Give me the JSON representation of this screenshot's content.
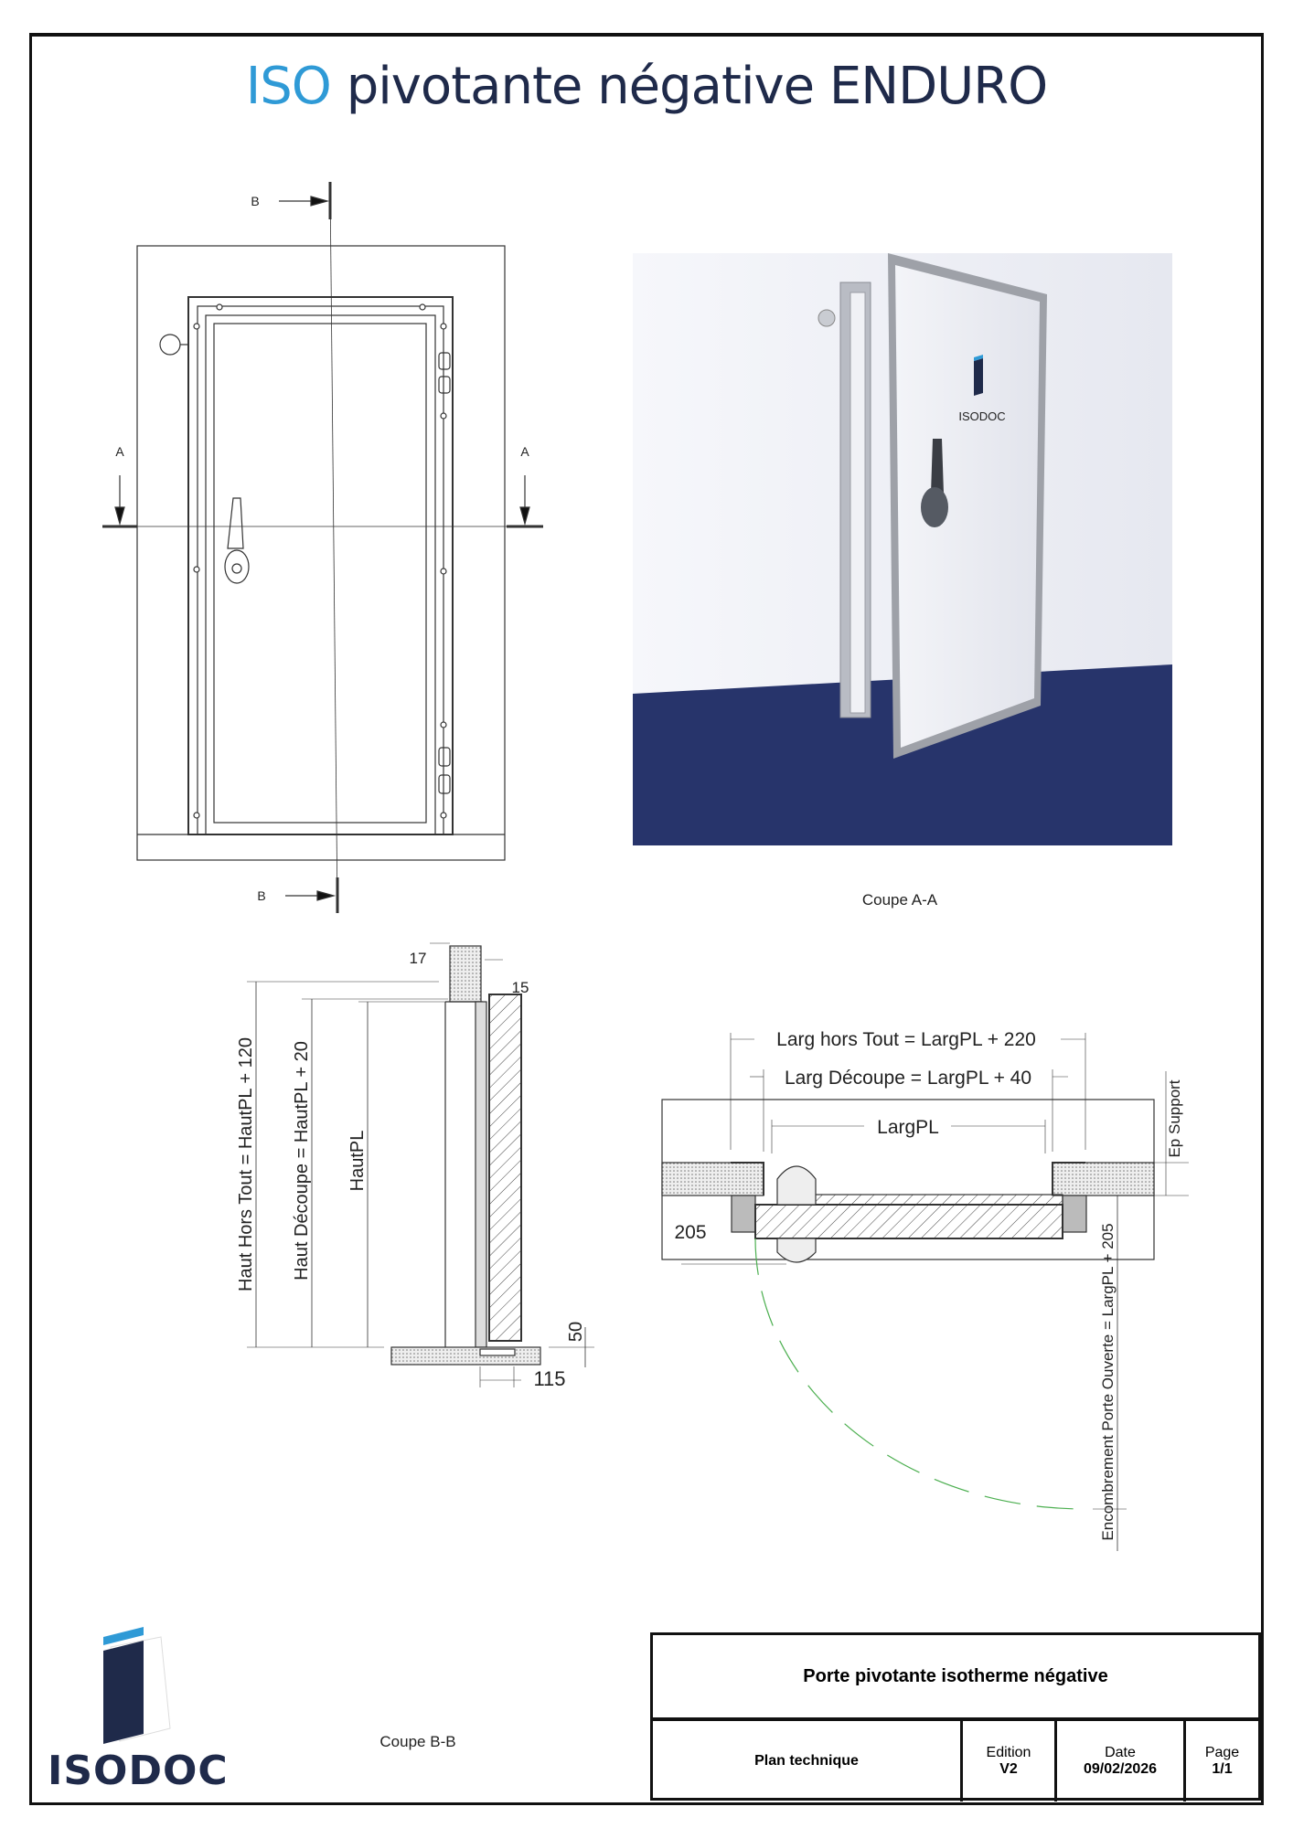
{
  "title": {
    "prefix": "ISO",
    "rest": "pivotante négative ENDURO"
  },
  "elevation": {
    "section_b_top": "B",
    "section_b_bottom": "B",
    "section_a_left": "A",
    "section_a_right": "A"
  },
  "photo": {
    "door_logo": "ISODOC"
  },
  "section_aa": {
    "caption": "Coupe A-A",
    "dim_overall_width": "Larg hors Tout = LargPL + 220",
    "dim_cutout_width": "Larg Découpe = LargPL + 40",
    "dim_panel_width": "LargPL",
    "dim_205": "205",
    "dim_support": "Ep Support",
    "dim_open_clearance": "Encombrement Porte Ouverte = LargPL + 205"
  },
  "section_bb": {
    "caption": "Coupe B-B",
    "dim_overall_height": "Haut Hors Tout = HautPL + 120",
    "dim_cutout_height": "Haut Découpe = HautPL + 20",
    "dim_panel_height": "HautPL",
    "dim_17": "17",
    "dim_15": "15",
    "dim_50": "50",
    "dim_115": "115"
  },
  "colors": {
    "brand_blue": "#2f9ad6",
    "brand_navy": "#1f2a4a",
    "swing_arc": "#4caf50",
    "floor": "#27346b"
  },
  "title_block": {
    "product": "Porte pivotante isotherme négative",
    "doc_type": "Plan technique",
    "edition_label": "Edition",
    "edition_value": "V2",
    "date_label": "Date",
    "date_value": "09/02/2026",
    "page_label": "Page",
    "page_value": "1/1"
  },
  "logo": {
    "text": "ISODOC"
  }
}
